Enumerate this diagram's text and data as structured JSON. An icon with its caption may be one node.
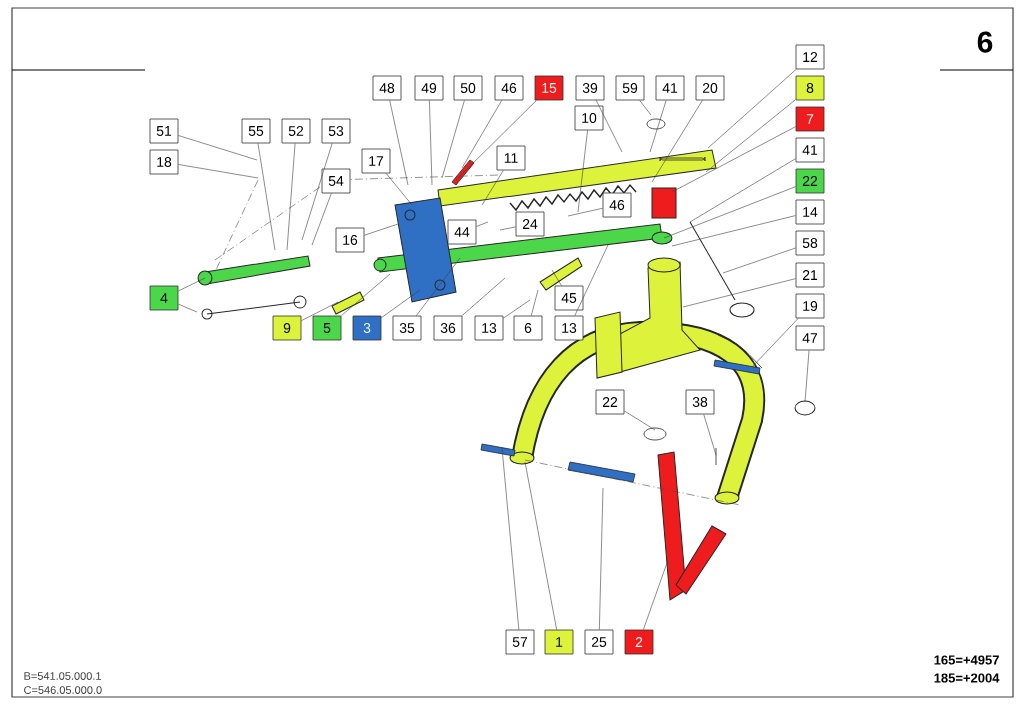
{
  "diagram": {
    "nodes": [
      {
        "text": [
          "12"
        ]
      },
      {
        "text": [
          "48"
        ]
      },
      {
        "text": [
          "49"
        ]
      },
      {
        "text": [
          "50"
        ]
      },
      {
        "text": [
          "46"
        ]
      },
      {
        "text": [
          "15"
        ]
      },
      {
        "text": [
          "39"
        ]
      },
      {
        "text": [
          "59"
        ]
      },
      {
        "text": [
          "41"
        ]
      },
      {
        "text": [
          "20"
        ]
      },
      {
        "text": [
          "8"
        ]
      },
      {
        "text": [
          "10"
        ]
      },
      {
        "text": [
          "51"
        ]
      },
      {
        "text": [
          "55"
        ]
      },
      {
        "text": [
          "52"
        ]
      },
      {
        "text": [
          "53"
        ]
      },
      {
        "text": [
          "7"
        ]
      },
      {
        "text": [
          "41"
        ]
      },
      {
        "text": [
          "18"
        ]
      },
      {
        "text": [
          "17"
        ]
      },
      {
        "text": [
          "11"
        ]
      },
      {
        "text": [
          "54"
        ]
      },
      {
        "text": [
          "22"
        ]
      },
      {
        "text": [
          "46"
        ]
      },
      {
        "text": [
          "16"
        ]
      },
      {
        "text": [
          "44"
        ]
      },
      {
        "text": [
          "24"
        ]
      },
      {
        "text": [
          "14"
        ]
      },
      {
        "text": [
          "58"
        ]
      },
      {
        "text": [
          "21"
        ]
      },
      {
        "text": [
          "4"
        ]
      },
      {
        "text": [
          "45"
        ]
      },
      {
        "text": [
          "19"
        ]
      },
      {
        "text": [
          "9"
        ]
      },
      {
        "text": [
          "5"
        ]
      },
      {
        "text": [
          "3"
        ]
      },
      {
        "text": [
          "35"
        ]
      },
      {
        "text": [
          "36"
        ]
      },
      {
        "text": [
          "13"
        ]
      },
      {
        "text": [
          "6"
        ]
      },
      {
        "text": [
          "13"
        ]
      },
      {
        "text": [
          "47"
        ]
      },
      {
        "text": [
          "22"
        ]
      },
      {
        "text": [
          "38"
        ]
      },
      {
        "text": [
          "57"
        ]
      },
      {
        "text": [
          "1"
        ]
      },
      {
        "text": [
          "25"
        ]
      },
      {
        "text": [
          "2"
        ]
      }
    ],
    "edges": [
      {
        "from": 0,
        "to": null,
        "arrow": "none"
      },
      {
        "from": 1,
        "to": null,
        "arrow": "none"
      },
      {
        "from": 2,
        "to": null,
        "arrow": "none"
      },
      {
        "from": 3,
        "to": null,
        "arrow": "none"
      },
      {
        "from": 4,
        "to": null,
        "arrow": "none"
      },
      {
        "from": 5,
        "to": null,
        "arrow": "none"
      },
      {
        "from": 6,
        "to": null,
        "arrow": "none"
      },
      {
        "from": 7,
        "to": null,
        "arrow": "none"
      },
      {
        "from": 8,
        "to": null,
        "arrow": "none"
      },
      {
        "from": 9,
        "to": null,
        "arrow": "none"
      },
      {
        "from": 10,
        "to": null,
        "arrow": "none"
      },
      {
        "from": 11,
        "to": null,
        "arrow": "none"
      },
      {
        "from": 12,
        "to": null,
        "arrow": "none"
      },
      {
        "from": 13,
        "to": null,
        "arrow": "none"
      },
      {
        "from": 14,
        "to": null,
        "arrow": "none"
      },
      {
        "from": 15,
        "to": null,
        "arrow": "none"
      },
      {
        "from": 16,
        "to": null,
        "arrow": "none"
      },
      {
        "from": 17,
        "to": null,
        "arrow": "none"
      },
      {
        "from": 18,
        "to": null,
        "arrow": "none"
      },
      {
        "from": 19,
        "to": null,
        "arrow": "none"
      },
      {
        "from": 20,
        "to": null,
        "arrow": "none"
      },
      {
        "from": 21,
        "to": null,
        "arrow": "none"
      },
      {
        "from": 22,
        "to": null,
        "arrow": "none"
      },
      {
        "from": 23,
        "to": null,
        "arrow": "none"
      },
      {
        "from": 24,
        "to": null,
        "arrow": "none"
      },
      {
        "from": 25,
        "to": null,
        "arrow": "none"
      },
      {
        "from": 26,
        "to": null,
        "arrow": "none"
      },
      {
        "from": 27,
        "to": null,
        "arrow": "none"
      },
      {
        "from": 28,
        "to": null,
        "arrow": "none"
      },
      {
        "from": 29,
        "to": null,
        "arrow": "none"
      },
      {
        "from": 30,
        "to": null,
        "arrow": "none"
      },
      {
        "from": 30,
        "to": null,
        "arrow": "none"
      },
      {
        "from": 31,
        "to": null,
        "arrow": "none"
      },
      {
        "from": 32,
        "to": null,
        "arrow": "none"
      },
      {
        "from": 33,
        "to": null,
        "arrow": "none"
      },
      {
        "from": 34,
        "to": null,
        "arrow": "none"
      },
      {
        "from": 35,
        "to": null,
        "arrow": "none"
      },
      {
        "from": 36,
        "to": null,
        "arrow": "none"
      },
      {
        "from": 37,
        "to": null,
        "arrow": "none"
      },
      {
        "from": 38,
        "to": null,
        "arrow": "none"
      },
      {
        "from": 39,
        "to": null,
        "arrow": "none"
      },
      {
        "from": 40,
        "to": null,
        "arrow": "none"
      },
      {
        "from": 41,
        "to": null,
        "arrow": "none"
      },
      {
        "from": 42,
        "to": null,
        "arrow": "none"
      },
      {
        "from": 43,
        "to": null,
        "arrow": "none"
      },
      {
        "from": 44,
        "to": null,
        "arrow": "none"
      },
      {
        "from": 45,
        "to": null,
        "arrow": "none"
      },
      {
        "from": 46,
        "to": null,
        "arrow": "none"
      },
      {
        "from": 47,
        "to": null,
        "arrow": "none"
      }
    ],
    "labels": [
      "6",
      "B=541.05.000.1",
      "C=546.05.000.0",
      "165=+4957",
      "185=+2004"
    ]
  }
}
